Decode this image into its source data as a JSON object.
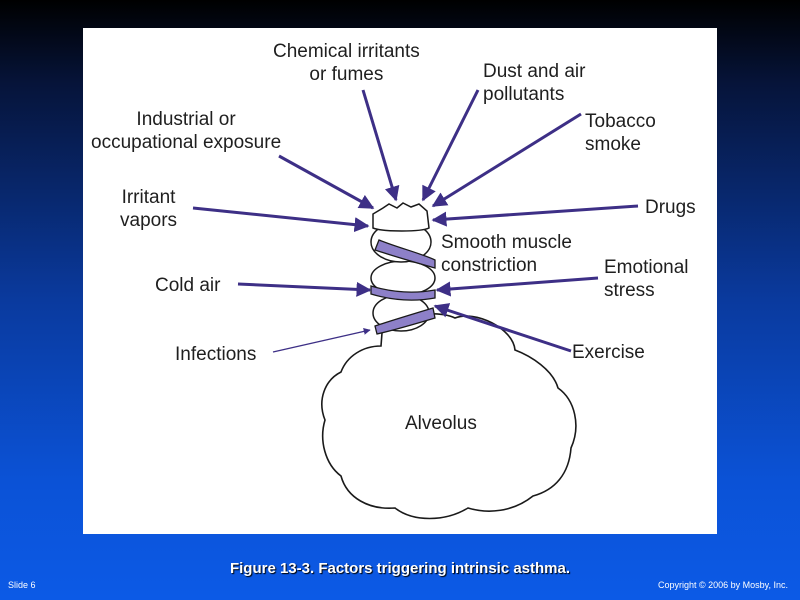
{
  "diagram": {
    "labels": {
      "chemical_irritants": "Chemical irritants\nor fumes",
      "dust": "Dust and air\npollutants",
      "industrial": "Industrial or\noccupational exposure",
      "tobacco": "Tobacco\nsmoke",
      "irritant_vapors": "Irritant\nvapors",
      "drugs": "Drugs",
      "smooth_muscle": "Smooth muscle\nconstriction",
      "cold_air": "Cold air",
      "emotional_stress": "Emotional\nstress",
      "infections": "Infections",
      "exercise": "Exercise",
      "alveolus": "Alveolus"
    },
    "colors": {
      "arrow": "#3d2f86",
      "band": "#8d80c8",
      "outline": "#1a1a1a"
    }
  },
  "slide": {
    "caption": "Figure 13-3. Factors triggering intrinsic asthma.",
    "number": "Slide 6",
    "copyright": "Copyright © 2006 by Mosby, Inc."
  }
}
